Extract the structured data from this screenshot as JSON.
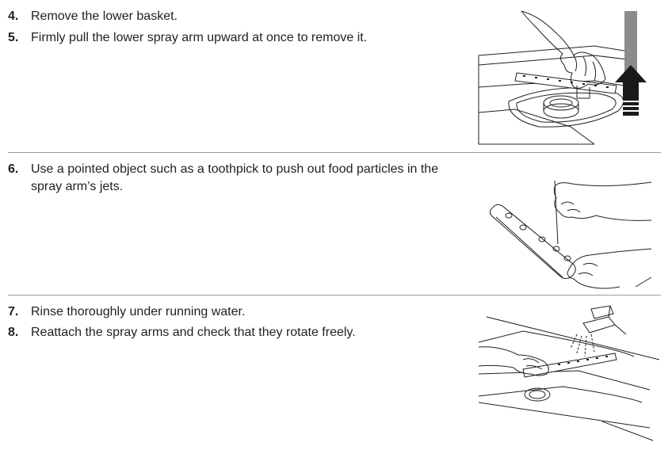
{
  "steps": [
    {
      "number": "4.",
      "text": "Remove the lower basket."
    },
    {
      "number": "5.",
      "text": "Firmly pull the lower spray arm upward at once to remove it."
    },
    {
      "number": "6.",
      "text": "Use a pointed object such as a toothpick to push out food particles in the spray arm’s jets."
    },
    {
      "number": "7.",
      "text": "Rinse thoroughly under running water."
    },
    {
      "number": "8.",
      "text": "Reattach the spray arms and check that they rotate freely."
    }
  ],
  "illustrations": [
    {
      "icon": "remove-spray-arm-illustration"
    },
    {
      "icon": "clean-jets-toothpick-illustration"
    },
    {
      "icon": "rinse-spray-arm-illustration"
    }
  ],
  "colors": {
    "text": "#231f20",
    "rule": "#9b9b9b",
    "arrow": "#1a1a1a",
    "arrow_shaft": "#8c8c8c"
  }
}
